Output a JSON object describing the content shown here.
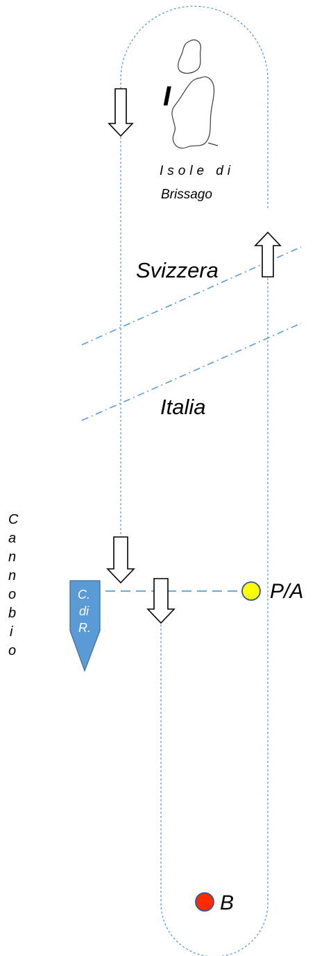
{
  "island_label": "I",
  "island_name_line1": "Isole di",
  "island_name_line2": "Brissago",
  "country_upper": "Svizzera",
  "country_lower": "Italia",
  "town_vertical": [
    "C",
    "a",
    "n",
    "n",
    "o",
    "b",
    "i",
    "o"
  ],
  "dock_lines": [
    "C.",
    "di",
    "R."
  ],
  "stop_start": "P/A",
  "stop_end": "B",
  "colors": {
    "route_line": "#5b9bd5",
    "border_line": "#5b9bd5",
    "dock_fill": "#5b9bd5",
    "dock_stroke": "#41719c",
    "start_marker": "#ffff00",
    "end_marker": "#ff2a00",
    "marker_outline": "#2f5597",
    "arrow_fill": "#ffffff",
    "arrow_stroke": "#000000"
  }
}
